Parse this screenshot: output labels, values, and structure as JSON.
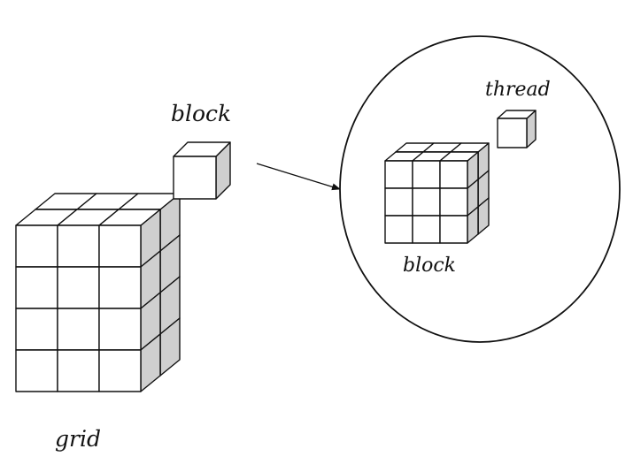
{
  "labels": {
    "block_top": "block",
    "thread": "thread",
    "block_inner": "block",
    "grid": "grid"
  },
  "structure": {
    "grid": {
      "cols": 3,
      "rows": 4,
      "depth": 2
    },
    "block": {
      "cols": 3,
      "rows": 3,
      "depth": 2
    }
  },
  "colors": {
    "stroke": "#111111",
    "front": "#ffffff",
    "side": "#cfcfcf",
    "top": "#ffffff"
  }
}
